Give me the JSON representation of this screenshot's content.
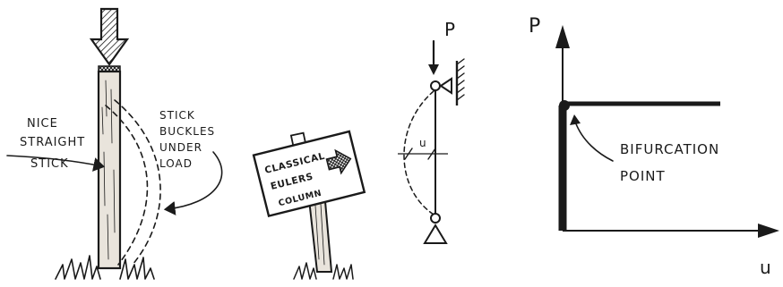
{
  "panel_stick": {
    "label_nice": [
      "NICE",
      "STRAIGHT",
      "STICK"
    ],
    "label_buckles": [
      "STICK",
      "BUCKLES",
      "UNDER",
      "LOAD"
    ]
  },
  "panel_sign": {
    "lines": [
      "CLASSICAL",
      "EULERS",
      "COLUMN"
    ]
  },
  "panel_column": {
    "load_label": "P",
    "deflection_label": "u"
  },
  "panel_graph": {
    "y_axis_label": "P",
    "x_axis_label": "u",
    "annotation": [
      "BIFURCATION",
      "POINT"
    ]
  },
  "colors": {
    "ink": "#1a1a1a",
    "wood_light": "#e9e4dc",
    "grass": "#2a2a2a"
  }
}
